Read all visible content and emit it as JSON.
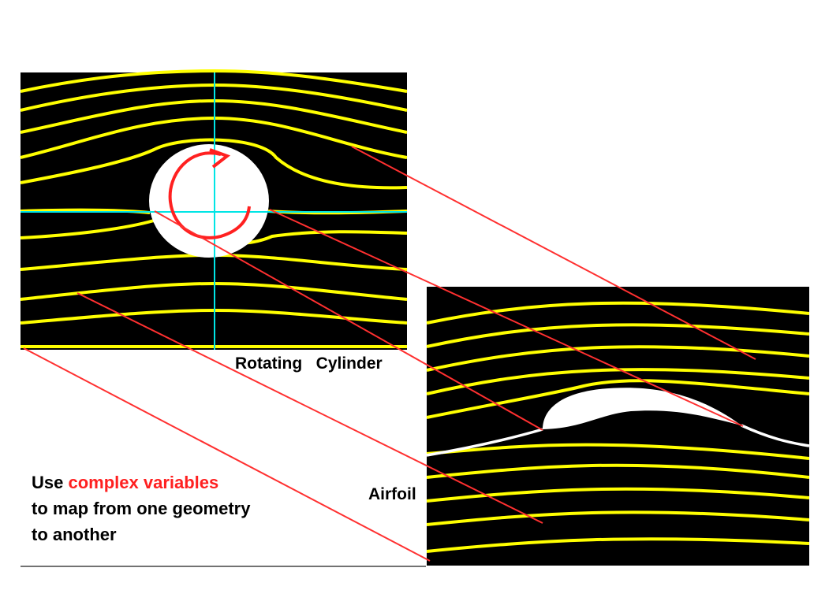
{
  "colors": {
    "panel_bg": "#000000",
    "streamline": "#ffff00",
    "axis": "#00e5e5",
    "body": "#ffffff",
    "map_line": "#ff3030",
    "rotation_arrow": "#ff2020",
    "caption_highlight": "#ff2020"
  },
  "labels": {
    "cylinder": "Rotating   Cylinder",
    "airfoil": "Airfoil"
  },
  "caption": {
    "prefix": "Use ",
    "highlight": "complex variables",
    "line2": "to map from one geometry",
    "line3": "to another"
  },
  "icons": {
    "rotation": "clockwise-arrow-icon"
  }
}
